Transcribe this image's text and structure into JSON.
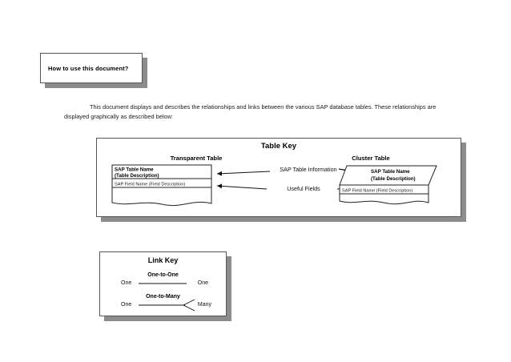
{
  "document": {
    "howto_box_label": "How to use this document?",
    "intro_paragraph": "This document displays and describes the relationships and links between the various SAP database tables. These relationships are displayed graphically as described below:"
  },
  "table_key": {
    "title": "Table Key",
    "transparent_heading": "Transparent Table",
    "cluster_heading": "Cluster Table",
    "transparent_table": {
      "name_line": "SAP Table Name",
      "description_line": "(Table Description)",
      "field_line": "SAP Field Name (Field Description)"
    },
    "cluster_table": {
      "name_line": "SAP Table Name",
      "description_line": "(Table Description)",
      "field_line": "SAP Field Name (Field Description)"
    },
    "connectors": [
      {
        "label": "SAP Table Information"
      },
      {
        "label": "Useful Fields"
      }
    ]
  },
  "link_key": {
    "title": "Link Key",
    "relationships": [
      {
        "label": "One-to-One",
        "left_cardinality": "One",
        "right_cardinality": "One"
      },
      {
        "label": "One-to-Many",
        "left_cardinality": "One",
        "right_cardinality": "Many"
      }
    ]
  },
  "colors": {
    "page_background": "#ffffff",
    "shadow": "#8c8c8c",
    "border": "#555555",
    "text": "#000000"
  }
}
